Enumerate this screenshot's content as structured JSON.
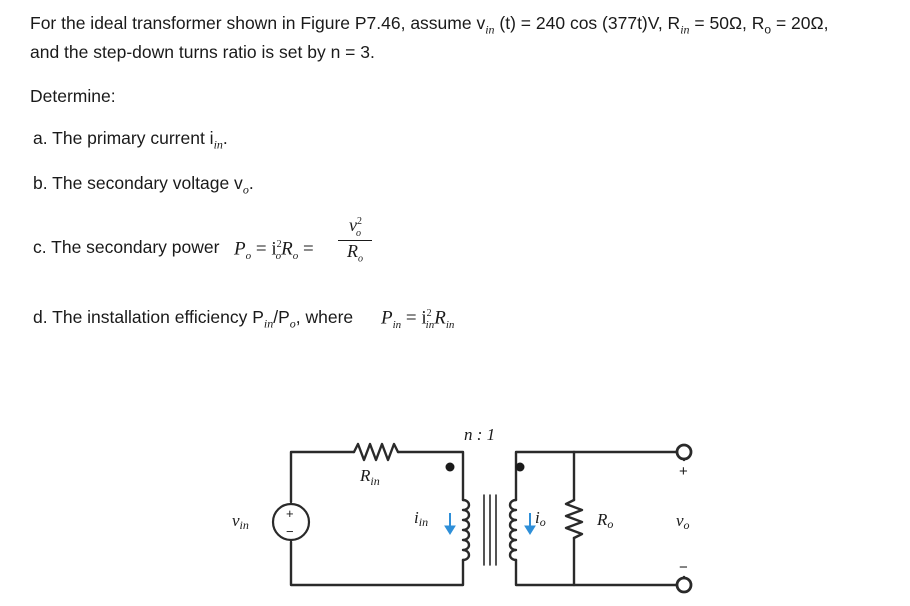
{
  "problem": {
    "line1": "For the ideal transformer shown in Figure P7.46, assume v",
    "line1_sub_in": "in",
    "line1_rest": " (t) = 240 cos (377t)V, R",
    "line1_rin_sub": "in",
    "line1_rest2": " = 50Ω, R",
    "line1_ro_sub": "o",
    "line1_rest3": " = 20Ω,",
    "line2": "and the step-down turns ratio is set by n = 3.",
    "determine": "Determine:",
    "part_a": "a. The primary current i",
    "part_a_sub": "in",
    "part_a_end": ".",
    "part_b": "b. The secondary voltage v",
    "part_b_sub": "o",
    "part_b_end": ".",
    "part_c": "c. The secondary power ",
    "part_c_formula_lhs": "P",
    "part_c_formula_mid": " = i",
    "part_c_formula_r": "R",
    "part_c_num": "v",
    "part_c_den": "R",
    "part_d": "d. The installation efficiency P",
    "part_d_sub1": "in",
    "part_d_mid": "/P",
    "part_d_sub2": "o",
    "part_d_where": ", where ",
    "part_d_formula_lhs": "P",
    "part_d_formula_mid": " = i",
    "part_d_formula_r": "R"
  },
  "figure": {
    "ratio_label": "n : 1",
    "rin_label": "R",
    "rin_sub": "in",
    "vin_label": "v",
    "vin_sub": "in",
    "iin_label": "i",
    "iin_sub": "in",
    "io_label": "i",
    "io_sub": "o",
    "ro_label": "R",
    "ro_sub": "o",
    "vo_label": "v",
    "vo_sub": "o",
    "plus": "+",
    "minus": "−",
    "source_plus": "+",
    "source_minus": "−"
  }
}
